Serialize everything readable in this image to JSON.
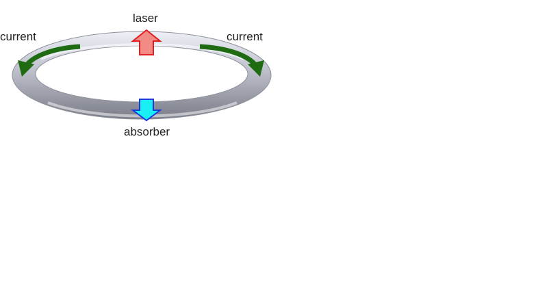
{
  "labels": {
    "laser": "laser",
    "current_left": "current",
    "current_right": "current",
    "absorber": "absorber"
  },
  "colors": {
    "ring_highlight": "#e4e8f4",
    "ring_mid": "#b7bac6",
    "ring_shadow": "#7b7e88",
    "current_arrow": "#1f6b12",
    "laser_arrow_fill": "#f28a86",
    "laser_arrow_stroke": "#e02020",
    "absorber_arrow_fill": "#19f0f5",
    "absorber_arrow_stroke": "#1b37e0"
  },
  "icons": {
    "ring": "torus-ring-icon",
    "laser_arrow": "arrow-up-icon",
    "absorber_arrow": "arrow-down-icon",
    "current_arrows": "curved-arrow-icon"
  }
}
